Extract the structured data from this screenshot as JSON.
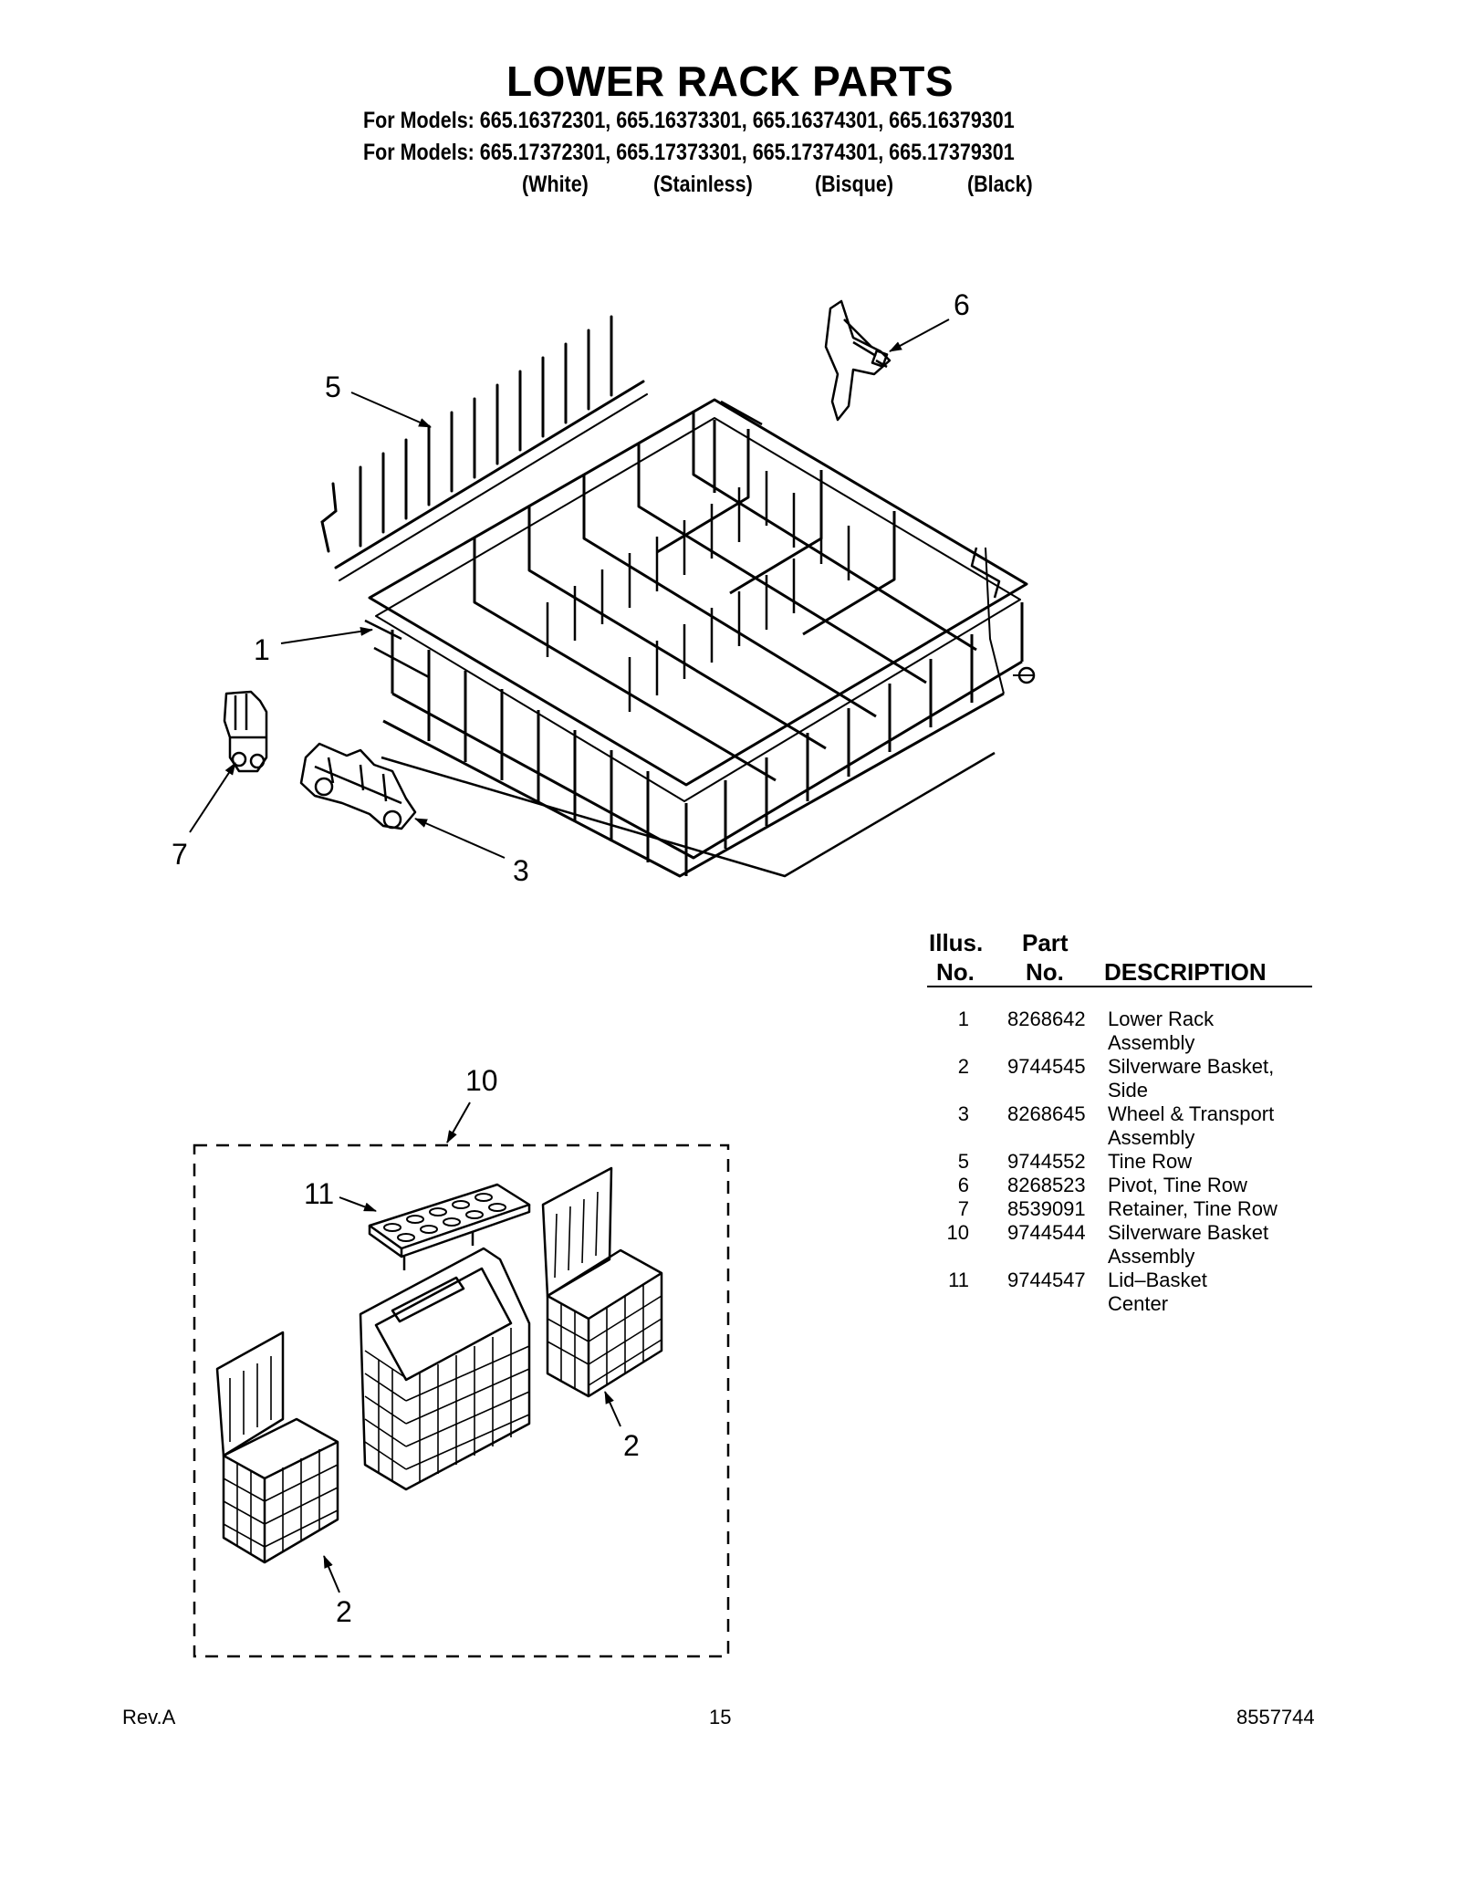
{
  "header": {
    "title": "LOWER RACK PARTS",
    "model_lines": [
      "For Models: 665.16372301, 665.16373301, 665.16374301, 665.16379301",
      "For Models: 665.17372301, 665.17373301, 665.17374301, 665.17379301"
    ],
    "colors": [
      "(White)",
      "(Stainless)",
      "(Bisque)",
      "(Black)"
    ]
  },
  "callouts": {
    "c1": "1",
    "c2a": "2",
    "c2b": "2",
    "c3": "3",
    "c5": "5",
    "c6": "6",
    "c7": "7",
    "c10": "10",
    "c11": "11"
  },
  "table": {
    "headers": {
      "illus_top": "Illus.",
      "illus_bottom": "No.",
      "part_top": "Part",
      "part_bottom": "No.",
      "description": "DESCRIPTION"
    },
    "rows": [
      {
        "illus": "1",
        "part": "8268642",
        "desc": [
          "Lower Rack",
          "Assembly"
        ]
      },
      {
        "illus": "2",
        "part": "9744545",
        "desc": [
          "Silverware Basket,",
          "Side"
        ]
      },
      {
        "illus": "3",
        "part": "8268645",
        "desc": [
          "Wheel & Transport",
          "Assembly"
        ]
      },
      {
        "illus": "5",
        "part": "9744552",
        "desc": [
          "Tine Row"
        ]
      },
      {
        "illus": "6",
        "part": "8268523",
        "desc": [
          "Pivot, Tine Row"
        ]
      },
      {
        "illus": "7",
        "part": "8539091",
        "desc": [
          "Retainer, Tine Row"
        ]
      },
      {
        "illus": "10",
        "part": "9744544",
        "desc": [
          "Silverware Basket",
          "Assembly"
        ]
      },
      {
        "illus": "11",
        "part": "9744547",
        "desc": [
          "Lid–Basket",
          "Center"
        ]
      }
    ]
  },
  "footer": {
    "revision": "Rev.A",
    "page": "15",
    "doc_number": "8557744"
  }
}
